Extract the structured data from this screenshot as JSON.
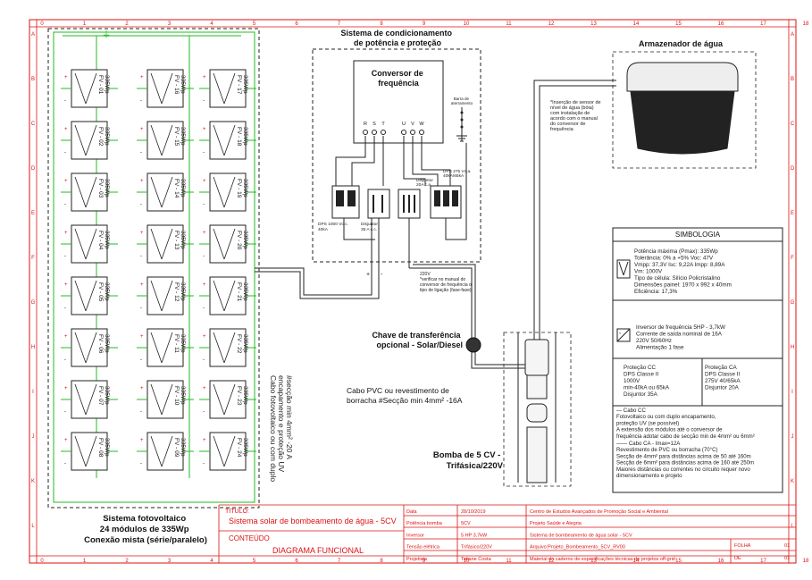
{
  "grid": {
    "cols": [
      "0",
      "1",
      "2",
      "3",
      "4",
      "5",
      "6",
      "7",
      "8",
      "9",
      "10",
      "11",
      "12",
      "13",
      "14",
      "15",
      "16",
      "17",
      "18"
    ],
    "rows": [
      "A",
      "B",
      "C",
      "D",
      "E",
      "F",
      "G",
      "H",
      "I",
      "J",
      "K",
      "L"
    ]
  },
  "pv": {
    "modules": [
      {
        "id": "FV - 01",
        "power": "335Wp"
      },
      {
        "id": "FV - 02",
        "power": "335Wp"
      },
      {
        "id": "FV - 03",
        "power": "335Wp"
      },
      {
        "id": "FV - 04",
        "power": "335Wp"
      },
      {
        "id": "FV - 05",
        "power": "335Wp"
      },
      {
        "id": "FV - 06",
        "power": "335Wp"
      },
      {
        "id": "FV - 07",
        "power": "335Wp"
      },
      {
        "id": "FV - 08",
        "power": "335Wp"
      },
      {
        "id": "FV - 16",
        "power": "335Wp"
      },
      {
        "id": "FV - 15",
        "power": "335Wp"
      },
      {
        "id": "FV - 14",
        "power": "335Wp"
      },
      {
        "id": "FV - 13",
        "power": "335Wp"
      },
      {
        "id": "FV - 12",
        "power": "335Wp"
      },
      {
        "id": "FV - 11",
        "power": "335Wp"
      },
      {
        "id": "FV - 10",
        "power": "335Wp"
      },
      {
        "id": "FV - 09",
        "power": "335Wp"
      },
      {
        "id": "FV - 17",
        "power": "335Wp"
      },
      {
        "id": "FV - 18",
        "power": "335Wp"
      },
      {
        "id": "FV - 19",
        "power": "335Wp"
      },
      {
        "id": "FV - 20",
        "power": "335Wp"
      },
      {
        "id": "FV - 21",
        "power": "335Wp"
      },
      {
        "id": "FV - 22",
        "power": "335Wp"
      },
      {
        "id": "FV - 23",
        "power": "335Wp"
      },
      {
        "id": "FV - 24",
        "power": "335Wp"
      }
    ],
    "caption": [
      "Sistema fotovoltaico",
      "24 módulos de 335Wp",
      "Conexão mista (série/paralelo)"
    ],
    "cable_note": [
      "Cabo fotovoltaico ou com duplo",
      "encapamento e proteção UV",
      "#secção min 4mm² -20 A"
    ]
  },
  "cond": {
    "title": [
      "Sistema de condicionamento",
      "de potência e proteção"
    ],
    "inverter": [
      "Conversor de",
      "frequência"
    ],
    "terminals": [
      "R",
      "S",
      "T",
      "U",
      "V",
      "W"
    ],
    "earth_bar": [
      "Barra de",
      "aterramento"
    ],
    "dps_dc": [
      "DPS 1000 Vc.c.",
      "40kA"
    ],
    "breaker_dc": [
      "Disjuntor",
      "35 A c.c."
    ],
    "breaker_ac": [
      "Disjuntor",
      "20A c.a."
    ],
    "dps_ac": [
      "DPS 275 Vc.a.",
      "40kA/65kA"
    ],
    "voltage_note": [
      "220V",
      "*verificar no manual do",
      "conversor de frequência o",
      "tipo de ligação (fase-fase)"
    ]
  },
  "storage": {
    "title": "Armazenador de água",
    "sensor_note": [
      "*Inserção de sensor de",
      "nível de água (bóia)",
      "com instalação de",
      "acordo com o manual",
      "do conversor de",
      "frequência"
    ]
  },
  "switch_label": [
    "Chave de transferência",
    "opcional - Solar/Diesel"
  ],
  "pump_cable": [
    "Cabo PVC ou revestimento de",
    "borracha #Secção min 4mm² -16A"
  ],
  "pump_label": [
    "Bomba  de 5 CV -",
    "Trifásica/220V"
  ],
  "symbology": {
    "title": "SIMBOLOGIA",
    "module": [
      "Potência máxima (Pmax): 335Wp",
      "Tolerância: 0% a +5%  Voc: 47V",
      "Vmpp: 37,3V Isc: 9,22A Impp: 8,89A",
      "Vm: 1000V",
      "Tipo de célula: Silício Policristalino",
      "Dimensões painel:  1970 x 992 x 40mm",
      "Eficiência: 17,3%"
    ],
    "inverter": [
      "Inversor  de frequência 5HP - 3,7kW",
      "Corrente de saída nominal de 16A",
      "220V 50/60Hz",
      "Alimentação 1 fase"
    ],
    "protect_cc": [
      "Proteção CC",
      "DPS Classe II",
      "1000V",
      "min-40kA ou 65kA",
      "Disjuntor 35A"
    ],
    "protect_ca": [
      "Proteção CA",
      "DPS Classe II",
      "275V 40/65kA",
      "Disjuntor 20A"
    ],
    "cable_cc": [
      "— Cabo CC",
      "Fotovoltaico ou com duplo encapamento,",
      "proteção UV (se possível)",
      "A extensão dos módulos até o conversor de",
      "frequência adotar cabo de secção min de 4mm² ou 6mm²"
    ],
    "cable_ca": [
      "—— Cabo CA - Imax=12A",
      "Revestimento de PVC ou borracha (70°C)",
      "Secção de 4mm² para distâncias acima de 50 até 160m",
      "Secção de 6mm² para distâncias acima de 160 até 250m",
      "Maiores distâncias ou correntes no circuito requer novo",
      "dimensionamento e projeto"
    ]
  },
  "title_block": {
    "titulo_label": "TITULO:",
    "titulo": "Sistema solar de bombeamento de água - 5CV",
    "conteudo_label": "CONTEÚDO",
    "conteudo": "DIAGRAMA FUNCIONAL",
    "rows": [
      {
        "label": "Data",
        "value": "28/10/2019",
        "info": "Centro de Estudos Avançados de Promoção Social e Ambiental"
      },
      {
        "label": "Potência bomba",
        "value": "5CV",
        "info": "Projeto Saúde e Alegria"
      },
      {
        "label": "Inversor",
        "value": "5 HP 3,7kW",
        "info": "Sistema de bombeamento de água solar - 5CV"
      },
      {
        "label": "Tensão elétrica",
        "value": "Trifásico/220V",
        "info": "Arquivo:Projeto_Bombeamento_5CV_RV00"
      },
      {
        "label": "Projetista",
        "value": "Tatiane Costa",
        "info": "Material do caderno de especificações técnicas de projetos off-grid"
      }
    ],
    "folha_label": "FOLHA",
    "folha": "01",
    "de_label": "DE",
    "de": "01"
  }
}
